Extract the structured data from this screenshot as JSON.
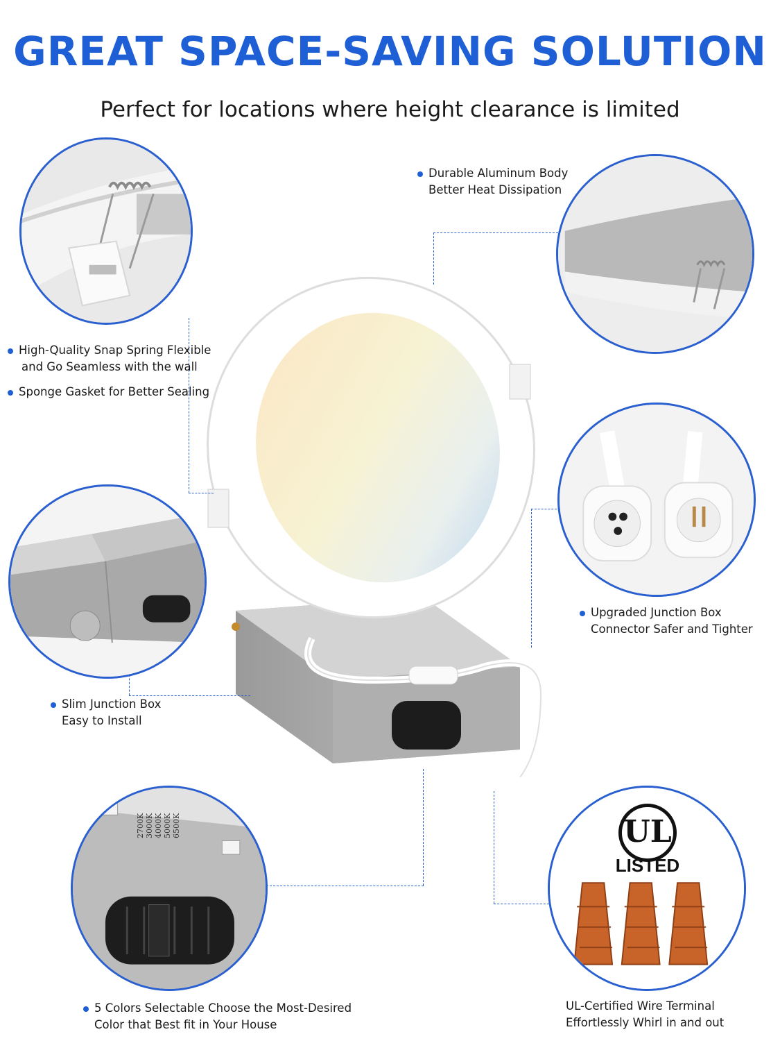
{
  "header": {
    "title": "GREAT SPACE-SAVING SOLUTION",
    "subtitle": "Perfect for locations where height clearance is limited"
  },
  "callouts": {
    "aluminum": {
      "line1": "Durable Aluminum Body",
      "line2": "Better Heat Dissipation"
    },
    "spring": {
      "line1": "High-Quality Snap Spring Flexible",
      "line2": "and Go Seamless with the wall"
    },
    "gasket": {
      "line1": "Sponge Gasket for Better Sealing"
    },
    "connector": {
      "line1": "Upgraded Junction Box",
      "line2": "Connector Safer and Tighter"
    },
    "slimbox": {
      "line1": "Slim Junction Box",
      "line2": "Easy to Install"
    },
    "colors": {
      "line1": "5 Colors Selectable Choose the Most-Desired",
      "line2": "Color that Best fit in Your House"
    },
    "terminal": {
      "line1": "UL-Certified Wire Terminal",
      "line2": "Effortlessly Whirl in and out"
    }
  },
  "switch_labels": [
    "2700K",
    "3000K",
    "4000K",
    "5000K",
    "6500K"
  ],
  "badge": {
    "listed": "LISTED"
  },
  "colors": {
    "accent": "#1f5fd6",
    "leader": "#2a5fd0",
    "wire_nut": "#c8642a"
  }
}
